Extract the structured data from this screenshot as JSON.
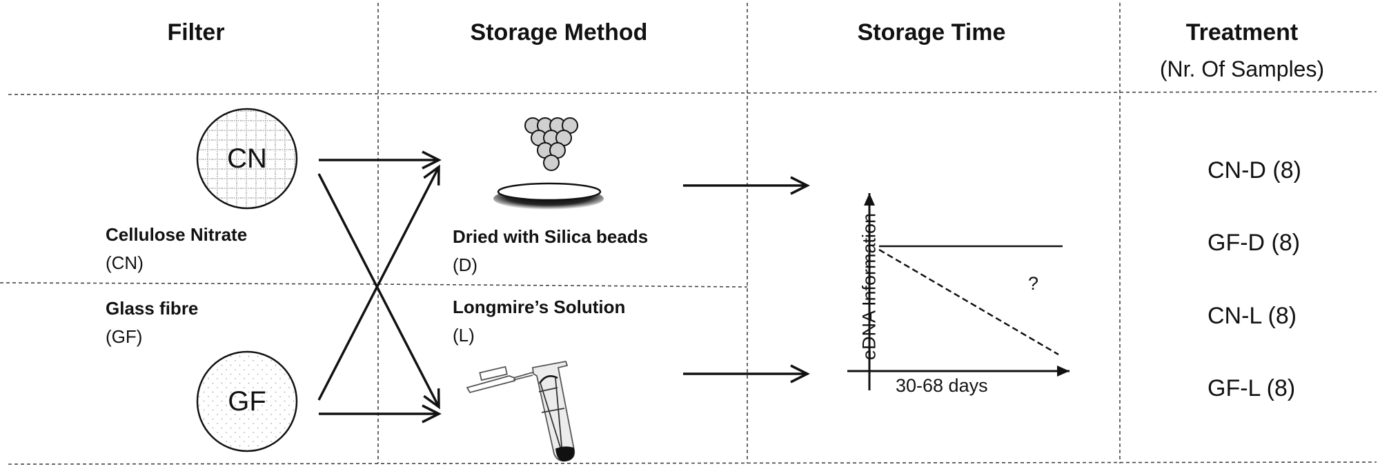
{
  "columns": [
    {
      "title": "Filter",
      "subtitle": ""
    },
    {
      "title": "Storage Method",
      "subtitle": ""
    },
    {
      "title": "Storage Time",
      "subtitle": ""
    },
    {
      "title": "Treatment",
      "subtitle": "(Nr. Of Samples)"
    }
  ],
  "filters": [
    {
      "abbr": "CN",
      "name": "Cellulose Nitrate",
      "code": "(CN)",
      "pattern": "grid"
    },
    {
      "abbr": "GF",
      "name": "Glass fibre",
      "code": "(GF)",
      "pattern": "dots"
    }
  ],
  "storage_methods": [
    {
      "name": "Dried with Silica beads",
      "code": "(D)",
      "icon": "silica-beads-dish"
    },
    {
      "name": "Longmire’s Solution",
      "code": "(L)",
      "icon": "microcentrifuge-tube"
    }
  ],
  "storage_time": {
    "y_axis_label": "eDNA Information",
    "x_axis_label": "30-68 days",
    "annotation": "?",
    "lines": [
      {
        "name": "stable",
        "style": "solid"
      },
      {
        "name": "decline",
        "style": "dashed"
      }
    ]
  },
  "treatments": [
    {
      "label": "CN-D (8)"
    },
    {
      "label": "GF-D (8)"
    },
    {
      "label": "CN-L (8)"
    },
    {
      "label": "GF-L (8)"
    }
  ],
  "colors": {
    "line": "#111111",
    "divider": "#444444",
    "bead_fill": "#d0d0d0"
  }
}
